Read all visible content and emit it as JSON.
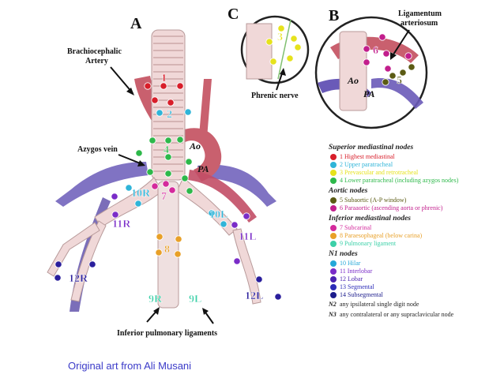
{
  "panels": {
    "a": "A",
    "b": "B",
    "c": "C"
  },
  "labels": {
    "brachiocephalic": [
      "Brachiocephalic",
      "Artery"
    ],
    "azygos": "Azygos vein",
    "ao": "Ao",
    "pa": "PA",
    "phrenic": "Phrenic nerve",
    "ligamentum": [
      "Ligamentum",
      "arteriosum"
    ],
    "inferior_ligaments": "Inferior pulmonary ligaments"
  },
  "station_labels": {
    "s1": "1",
    "s2": "2",
    "s3": "3",
    "s4": "4",
    "s5": "5",
    "s6": "6",
    "s7": "7",
    "s8": "8",
    "s9r": "9R",
    "s9l": "9L",
    "s10r": "10R",
    "s10l": "10L",
    "s11r": "11R",
    "s11l": "11L",
    "s12r": "12R",
    "s12l": "12L"
  },
  "legend": {
    "groups": [
      {
        "title": "Superior mediastinal nodes",
        "items": [
          {
            "text": "1 Highest mediastinal",
            "color": "#d81e2a"
          },
          {
            "text": "2 Upper paratracheal",
            "color": "#2fb4d8"
          },
          {
            "text": "3 Prevascular and retrotracheal",
            "color": "#e6e21c"
          },
          {
            "text": "4 Lower paratracheal (including azygos nodes)",
            "color": "#2db84a"
          }
        ]
      },
      {
        "title": "Aortic nodes",
        "items": [
          {
            "text": "5 Subaortic (A-P window)",
            "color": "#5b5b14"
          },
          {
            "text": "6 Paraaortic (ascending aorta or phrenic)",
            "color": "#c21e8c"
          }
        ]
      },
      {
        "title": "Inferior mediastinal nodes",
        "items": [
          {
            "text": "7 Subcarinal",
            "color": "#d42a9c"
          },
          {
            "text": "8 Paraesophageal (below carina)",
            "color": "#e8a028"
          },
          {
            "text": "9 Pulmonary ligament",
            "color": "#3cd0a8"
          }
        ]
      },
      {
        "title": "N1 nodes",
        "items": [
          {
            "text": "10 Hilar",
            "color": "#25a8d8"
          },
          {
            "text": "11 Interlobar",
            "color": "#7a2cc8"
          },
          {
            "text": "12 Lobar",
            "color": "#4a22b0"
          },
          {
            "text": "13 Segmental",
            "color": "#2c2cb8"
          },
          {
            "text": "14 Subsegmental",
            "color": "#1c1c8c"
          }
        ]
      }
    ],
    "notes": [
      {
        "key": "N2",
        "text": "any ipsilateral single digit node"
      },
      {
        "key": "N3",
        "text": "any contralateral or any supraclavicular node"
      }
    ]
  },
  "credit": "Original art from Ali Musani",
  "colors": {
    "red": "#d81e2a",
    "cyan": "#2fb4d8",
    "yellow": "#e6e21c",
    "green": "#2db84a",
    "olive": "#5b5b14",
    "magenta": "#c21e8c",
    "pink": "#d42a9c",
    "orange": "#e8a028",
    "teal": "#3cd0a8",
    "purple": "#7a2cc8",
    "navy": "#2a1e9c",
    "artery": "#c9606e",
    "vein": "#6a5ab8",
    "airway": "#f0d8d8"
  }
}
